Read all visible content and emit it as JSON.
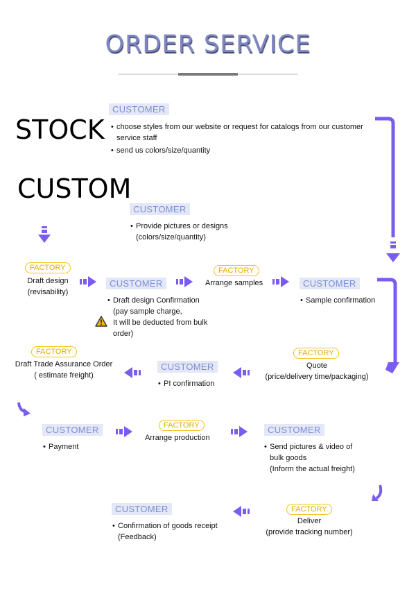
{
  "title": "ORDER SERVICE",
  "stock": {
    "heading": "STOCK",
    "tag": "CUSTOMER",
    "bullets": [
      "choose styles from our website or request for catalogs from our customer",
      "send us colors/size/quantity"
    ],
    "bullet1_cont": "service staff"
  },
  "custom": {
    "heading": "CUSTOM",
    "tag": "CUSTOMER",
    "bullet": "Provide pictures or designs",
    "bullet_cont": "(colors/size/quantity)"
  },
  "row1": {
    "draft": {
      "tag": "FACTORY",
      "lines": [
        "Draft design",
        "(revisability)"
      ]
    },
    "confirm": {
      "tag": "CUSTOMER",
      "bullet": "Draft design Confirmation",
      "lines": [
        "(pay sample charge,",
        "It will be deducted from bulk",
        "order)"
      ]
    },
    "samples": {
      "tag": "FACTORY",
      "label": "Arrange samples"
    },
    "sample_confirm": {
      "tag": "CUSTOMER",
      "bullet": "Sample confirmation"
    }
  },
  "row2": {
    "trade": {
      "tag": "FACTORY",
      "lines": [
        "Draft Trade Assurance Order",
        "( estimate freight)"
      ]
    },
    "pi": {
      "tag": "CUSTOMER",
      "bullet": "PI confirmation"
    },
    "quote": {
      "tag": "FACTORY",
      "lines": [
        "Quote",
        "(price/delivery time/packaging)"
      ]
    }
  },
  "row3": {
    "payment": {
      "tag": "CUSTOMER",
      "bullet": "Payment"
    },
    "production": {
      "tag": "FACTORY",
      "label": "Arrange production"
    },
    "send": {
      "tag": "CUSTOMER",
      "bullet": "Send pictures & video of",
      "lines": [
        "bulk goods",
        "(Inform the actual freight)"
      ]
    }
  },
  "row4": {
    "receipt": {
      "tag": "CUSTOMER",
      "bullet": "Confirmation of goods receipt",
      "lines": [
        "(Feedback)"
      ]
    },
    "deliver": {
      "tag": "FACTORY",
      "lines": [
        "Deliver",
        "(provide tracking number)"
      ]
    }
  },
  "colors": {
    "arrow": "#7a5cf0",
    "customer_tag_bg": "#e3e7f6",
    "customer_tag_text": "#7b8fd6",
    "factory_tag": "#f0c419",
    "title": "#7f86c4"
  }
}
